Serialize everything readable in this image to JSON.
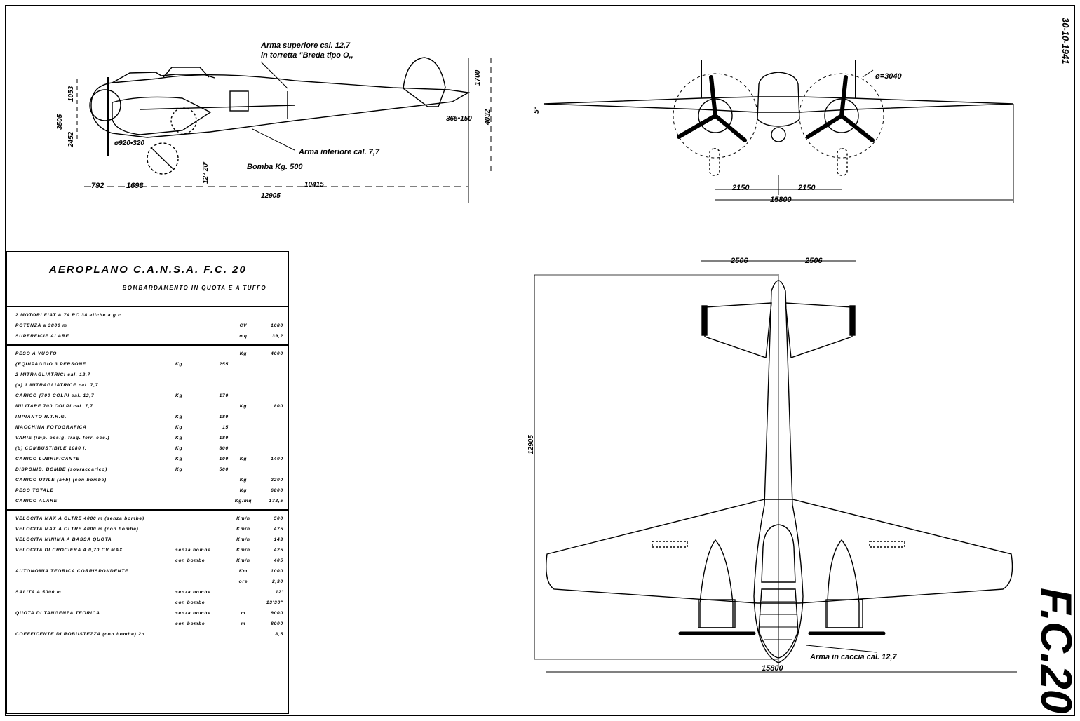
{
  "header": {
    "date": "30-10-1941",
    "code": "F.C.20"
  },
  "side_view": {
    "arma_superiore": [
      "Arma superiore cal. 12,7",
      "in torretta \"Breda tipo O,,"
    ],
    "arma_inferiore": "Arma inferiore cal. 7,7",
    "bomba": "Bomba Kg. 500",
    "dims": {
      "d1053": "1053",
      "d3505": "3505",
      "d2452": "2452",
      "d920": "ø920•320",
      "d792": "792",
      "d1698": "1698",
      "d10415": "10415",
      "d12905": "12905",
      "d1700": "1700",
      "d4032": "4032",
      "d365": "365•150",
      "angle": "12° 20'"
    }
  },
  "front_view": {
    "dihedral": "5°",
    "prop": "ø=3040",
    "left": "2150",
    "right": "2150",
    "span": "15800"
  },
  "top_view": {
    "t1": "2506",
    "t2": "2506",
    "length": "12905",
    "span": "15800",
    "arma_coda": "Arma in caccia cal. 12,7"
  },
  "spec": {
    "title": "AEROPLANO   C.A.N.S.A.  F.C. 20",
    "subtitle": "BOMBARDAMENTO IN QUOTA E A TUFFO",
    "s1": [
      {
        "label": "2 MOTORI FIAT A.74 RC 38 eliche a g.c.",
        "u1": "",
        "v1": "",
        "u2": "",
        "v2": ""
      },
      {
        "label": "POTENZA a 3800 m",
        "u1": "",
        "v1": "",
        "u2": "CV",
        "v2": "1680"
      },
      {
        "label": "SUPERFICIE ALARE",
        "u1": "",
        "v1": "",
        "u2": "mq",
        "v2": "39,2"
      }
    ],
    "s2": [
      {
        "label": "PESO A VUOTO",
        "u1": "",
        "v1": "",
        "u2": "Kg",
        "v2": "4600"
      },
      {
        "label": "{EQUIPAGGIO 3 PERSONE",
        "u1": "Kg",
        "v1": "255",
        "u2": "",
        "v2": ""
      },
      {
        "label": "2 MITRAGLIATRICI cal. 12,7",
        "u1": "",
        "v1": "",
        "u2": "",
        "v2": ""
      },
      {
        "label": "(a) 1 MITRAGLIATRICE cal. 7,7",
        "u1": "",
        "v1": "",
        "u2": "",
        "v2": ""
      },
      {
        "label": "CARICO {700 COLPI cal. 12,7",
        "u1": "Kg",
        "v1": "170",
        "u2": "",
        "v2": ""
      },
      {
        "label": "MILITARE 700 COLPI cal. 7,7",
        "u1": "",
        "v1": "",
        "u2": "Kg",
        "v2": "800"
      },
      {
        "label": "IMPIANTO R.T.R.G.",
        "u1": "Kg",
        "v1": "180",
        "u2": "",
        "v2": ""
      },
      {
        "label": "MACCHINA FOTOGRAFICA",
        "u1": "Kg",
        "v1": "15",
        "u2": "",
        "v2": ""
      },
      {
        "label": "VARIE (imp. ossig. frag. ferr. ecc.)",
        "u1": "Kg",
        "v1": "180",
        "u2": "",
        "v2": ""
      },
      {
        "label": "(b) COMBUSTIBILE 1080 l.",
        "u1": "Kg",
        "v1": "800",
        "u2": "",
        "v2": ""
      },
      {
        "label": "CARICO LUBRIFICANTE",
        "u1": "Kg",
        "v1": "100",
        "u2": "Kg",
        "v2": "1400"
      },
      {
        "label": "DISPONIB. BOMBE (sovraccarico)",
        "u1": "Kg",
        "v1": "500",
        "u2": "",
        "v2": ""
      },
      {
        "label": "CARICO UTILE (a+b) (con bombe)",
        "u1": "",
        "v1": "",
        "u2": "Kg",
        "v2": "2200"
      },
      {
        "label": "PESO TOTALE",
        "u1": "",
        "v1": "",
        "u2": "Kg",
        "v2": "6800"
      },
      {
        "label": "CARICO ALARE",
        "u1": "",
        "v1": "",
        "u2": "Kg/mq",
        "v2": "173,5"
      }
    ],
    "s3": [
      {
        "label": "VELOCITA MAX A OLTRE 4000 m (senza bombe)",
        "u1": "",
        "v1": "",
        "u2": "Km/h",
        "v2": "500"
      },
      {
        "label": "VELOCITA MAX A OLTRE 4000 m (con bombe)",
        "u1": "",
        "v1": "",
        "u2": "Km/h",
        "v2": "475"
      },
      {
        "label": "VELOCITA MINIMA A BASSA QUOTA",
        "u1": "",
        "v1": "",
        "u2": "Km/h",
        "v2": "143"
      },
      {
        "label": "VELOCITA DI CROCIERA A 0,70 CV MAX",
        "u1": "senza bombe",
        "v1": "",
        "u2": "Km/h",
        "v2": "425"
      },
      {
        "label": "",
        "u1": "con bombe",
        "v1": "",
        "u2": "Km/h",
        "v2": "405"
      },
      {
        "label": "AUTONOMIA TEORICA CORRISPONDENTE",
        "u1": "",
        "v1": "",
        "u2": "Km",
        "v2": "1000"
      },
      {
        "label": "",
        "u1": "",
        "v1": "",
        "u2": "ore",
        "v2": "2,30"
      },
      {
        "label": "SALITA A 5000 m",
        "u1": "senza bombe",
        "v1": "",
        "u2": "",
        "v2": "12'"
      },
      {
        "label": "",
        "u1": "con bombe",
        "v1": "",
        "u2": "",
        "v2": "13'30\""
      },
      {
        "label": "QUOTA DI TANGENZA TEORICA",
        "u1": "senza bombe",
        "v1": "",
        "u2": "m",
        "v2": "9000"
      },
      {
        "label": "",
        "u1": "con bombe",
        "v1": "",
        "u2": "m",
        "v2": "8000"
      },
      {
        "label": "COEFFICENTE DI ROBUSTEZZA (con bombe) 2n",
        "u1": "",
        "v1": "",
        "u2": "",
        "v2": "8,5"
      }
    ]
  }
}
